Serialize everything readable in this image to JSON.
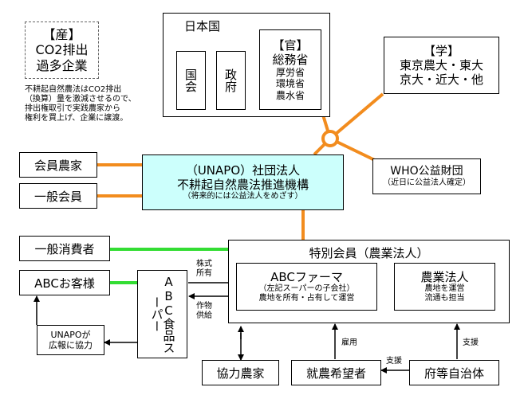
{
  "industry": {
    "title": "【産】",
    "line1": "CO2排出",
    "line2": "過多企業"
  },
  "industry_note": {
    "line1": "不耕起自然農法はCO2排出",
    "line2": "（換算）量を激減させるので、",
    "line3": "排出権取引で実践農家から",
    "line4": "権利を買上げ、企業に譲渡。"
  },
  "japan": {
    "title": "日本国",
    "diet": "国会",
    "cabinet": "政府",
    "gov_title": "【官】",
    "gov_main": "総務省",
    "ministry1": "厚労省",
    "ministry2": "環境省",
    "ministry3": "農水省"
  },
  "academia": {
    "title": "【学】",
    "line1": "東京農大・東大",
    "line2": "京大・近大・他"
  },
  "member_farmer": "会員農家",
  "general_member": "一般会員",
  "unapo": {
    "line1": "（UNAPO）社団法人",
    "line2": "不耕起自然農法推進機構",
    "note": "（将来的には公益法人をめざす）"
  },
  "who": {
    "title": "WHO公益財団",
    "note": "（近日に公益法人確定）"
  },
  "general_consumer": "一般消費者",
  "abc_customer": "ABCお客様",
  "unapo_pr": {
    "line1": "UNAPOが",
    "line2": "広報に協力"
  },
  "supermarket": "ABC食品スーパー",
  "special_member": {
    "title": "特別会員（農業法人）"
  },
  "abc_farmer": {
    "title": "ABCファーマ",
    "line1": "（左記スーパーの子会社）",
    "line2": "農地を所有・占有して運営"
  },
  "agri_corp": {
    "title": "農業法人",
    "line1": "農地を運営",
    "line2": "流通も担当"
  },
  "labels": {
    "stock1": "株式",
    "stock2": "所有",
    "crop1": "作物",
    "crop2": "供給",
    "employ": "雇用",
    "support1": "支援",
    "support2": "支援"
  },
  "coop_farmer": "協力農家",
  "job_seeker": "就農希望者",
  "local_gov": "府等自治体",
  "colors": {
    "orange": "#f28c1e",
    "green": "#33dd33",
    "unapo_fill": "#ccfffc"
  }
}
